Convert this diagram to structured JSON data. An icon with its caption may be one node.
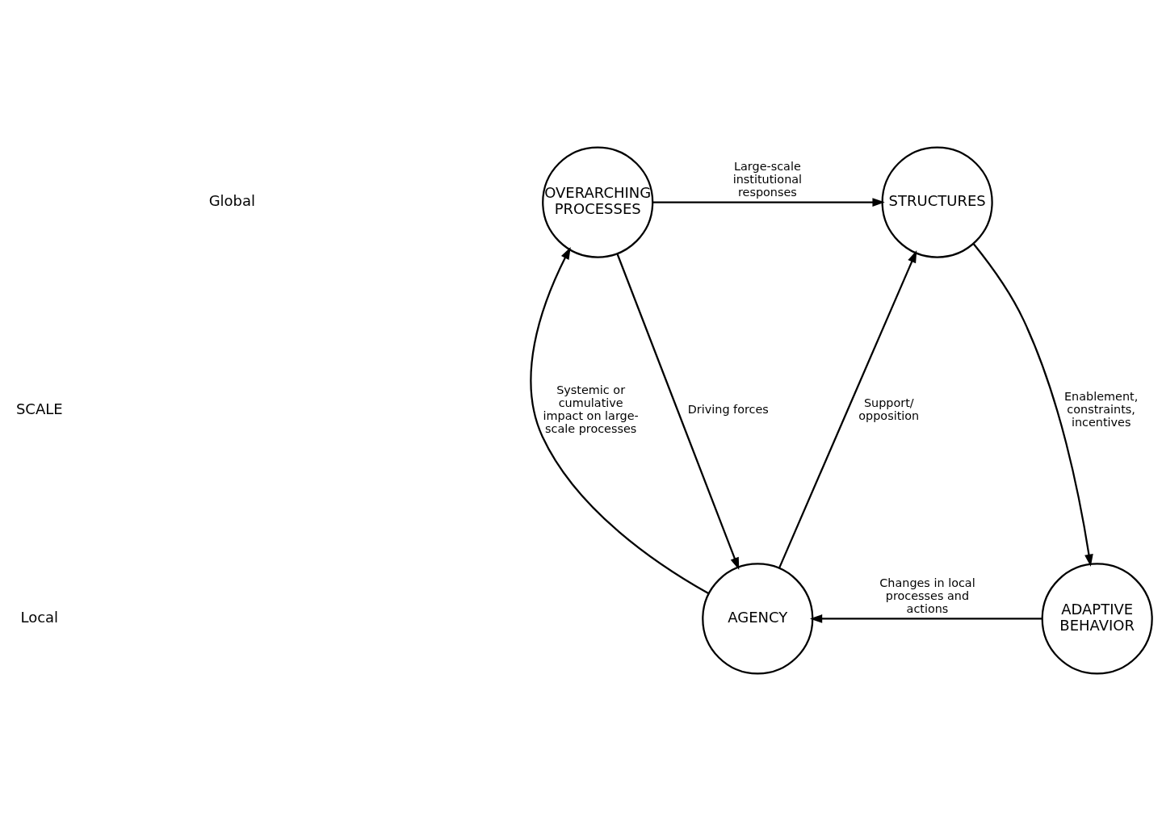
{
  "diagram": {
    "nodes": [
      {
        "text": [
          "OVERARCHING PROCESSES"
        ]
      },
      {
        "text": [
          "STRUCTURES"
        ]
      },
      {
        "text": [
          "AGENCY"
        ]
      },
      {
        "text": [
          "ADAPTIVE BEHAVIOR"
        ]
      }
    ],
    "edges": [
      {
        "from": 0,
        "to": 1,
        "arrow": "to",
        "label": "Large-scale institutional responses"
      },
      {
        "from": 0,
        "to": 2,
        "arrow": "to",
        "label": "Driving forces"
      },
      {
        "from": 2,
        "to": 0,
        "arrow": "to",
        "label": "Systemic or cumulative impact on large-scale processes"
      },
      {
        "from": 2,
        "to": 1,
        "arrow": "to",
        "label": "Support/ opposition"
      },
      {
        "from": 1,
        "to": 3,
        "arrow": "to",
        "label": "Enablement, constraints, incentives"
      },
      {
        "from": 3,
        "to": 2,
        "arrow": "to",
        "label": "Changes in local processes and actions"
      }
    ],
    "labels": [
      "Global",
      "SCALE",
      "Local"
    ]
  }
}
